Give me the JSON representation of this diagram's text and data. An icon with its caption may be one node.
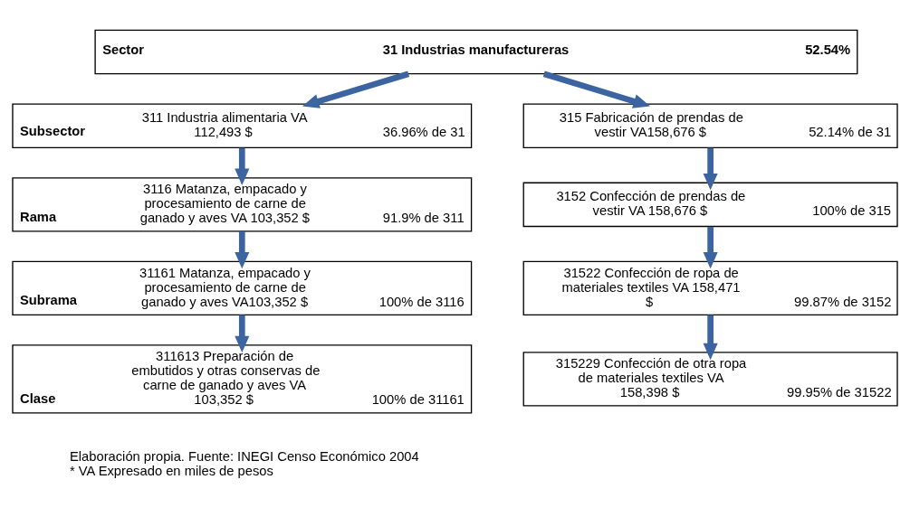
{
  "diagram": {
    "nodes": [
      {
        "text": [
          "Sector",
          "31 Industrias manufactureras",
          "52.54%"
        ]
      },
      {
        "text": [
          "Subsector",
          "311 Industria alimentaria VA 112,493 $",
          "36.96% de 31"
        ]
      },
      {
        "text": [
          "315 Fabricación de prendas de vestir VA158,676 $",
          "52.14% de 31"
        ]
      },
      {
        "text": [
          "Rama",
          "3116 Matanza, empacado y procesamiento de carne de ganado y aves VA 103,352 $",
          "91.9% de 311"
        ]
      },
      {
        "text": [
          "3152 Confección de prendas de vestir VA 158,676 $",
          "100% de 315"
        ]
      },
      {
        "text": [
          "Subrama",
          "31161 Matanza, empacado y procesamiento de carne de ganado y aves VA103,352 $",
          "100% de 3116"
        ]
      },
      {
        "text": [
          "31522 Confección de ropa de materiales textiles VA 158,471 $",
          "99.87% de 3152"
        ]
      },
      {
        "text": [
          "Clase",
          "311613 Preparación de embutidos y otras conservas de carne de ganado y aves VA 103,352 $",
          "100% de 31161"
        ]
      },
      {
        "text": [
          "315229 Confección de otra ropa de materiales textiles VA 158,398 $",
          "99.95% de 31522"
        ]
      }
    ],
    "edges": [
      {
        "from": 0,
        "to": 1,
        "arrow": "to"
      },
      {
        "from": 0,
        "to": 2,
        "arrow": "to"
      },
      {
        "from": 1,
        "to": 3,
        "arrow": "to"
      },
      {
        "from": 2,
        "to": 4,
        "arrow": "to"
      },
      {
        "from": 3,
        "to": 5,
        "arrow": "to"
      },
      {
        "from": 4,
        "to": 6,
        "arrow": "to"
      },
      {
        "from": 5,
        "to": 7,
        "arrow": "to"
      },
      {
        "from": 6,
        "to": 8,
        "arrow": "to"
      }
    ],
    "labels": [
      "Elaboración propia. Fuente: INEGI Censo Económico 2004",
      "* VA Expresado en miles de pesos"
    ]
  }
}
